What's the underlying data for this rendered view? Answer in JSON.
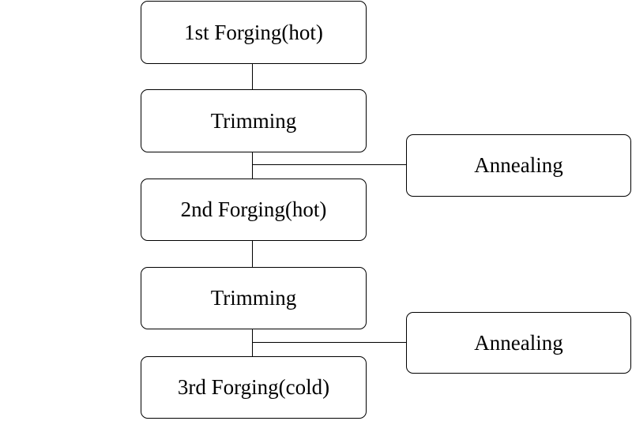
{
  "diagram": {
    "steps": [
      {
        "label": "1st Forging(hot)"
      },
      {
        "label": "Trimming"
      },
      {
        "label": "2nd Forging(hot)"
      },
      {
        "label": "Trimming"
      },
      {
        "label": "3rd Forging(cold)"
      }
    ],
    "side_steps": [
      {
        "label": "Annealing"
      },
      {
        "label": "Annealing"
      }
    ]
  }
}
